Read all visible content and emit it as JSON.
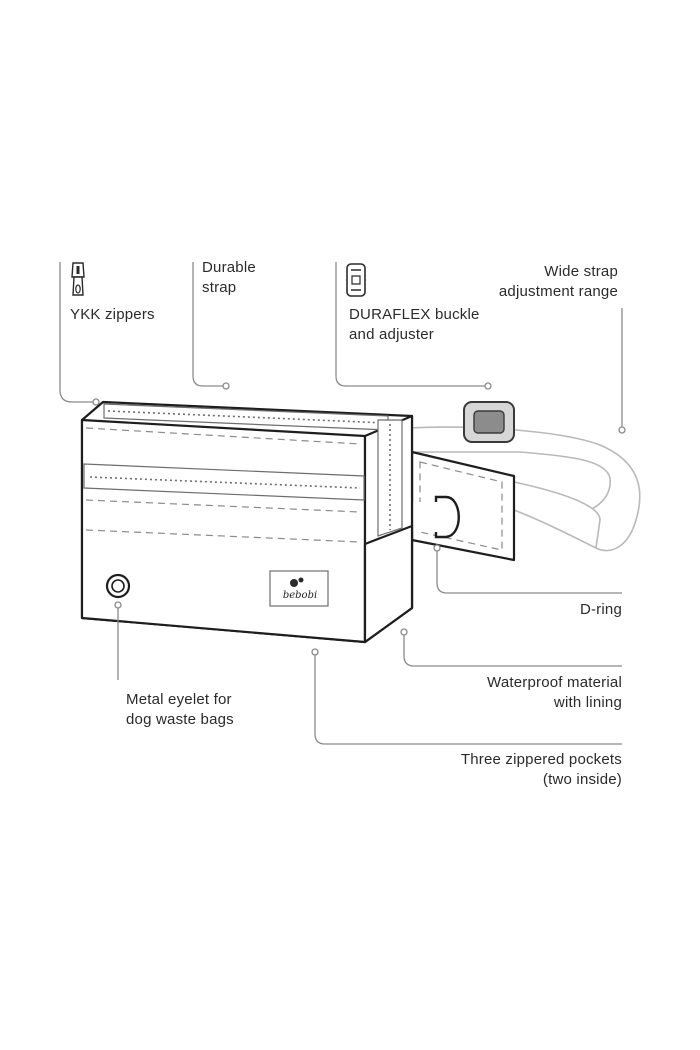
{
  "labels": {
    "zippers": [
      "YKK zippers"
    ],
    "strap": [
      "Durable",
      "strap"
    ],
    "buckle": [
      "DURAFLEX buckle",
      "and adjuster"
    ],
    "adjust": [
      "Wide strap",
      "adjustment range"
    ],
    "dring": [
      "D-ring"
    ],
    "waterproof": [
      "Waterproof material",
      "with lining"
    ],
    "eyelet": [
      "Metal eyelet for",
      "dog waste bags"
    ],
    "pockets": [
      "Three zippered pockets",
      "(two inside)"
    ]
  },
  "logo_text": "bebobi",
  "icons": {
    "zipper": "zipper-pull-icon",
    "buckle": "buckle-icon"
  },
  "colors": {
    "outline": "#1e1e1e",
    "leader": "#8a8a8a",
    "strap": "#b9b9b9",
    "text": "#2b2b2b"
  }
}
